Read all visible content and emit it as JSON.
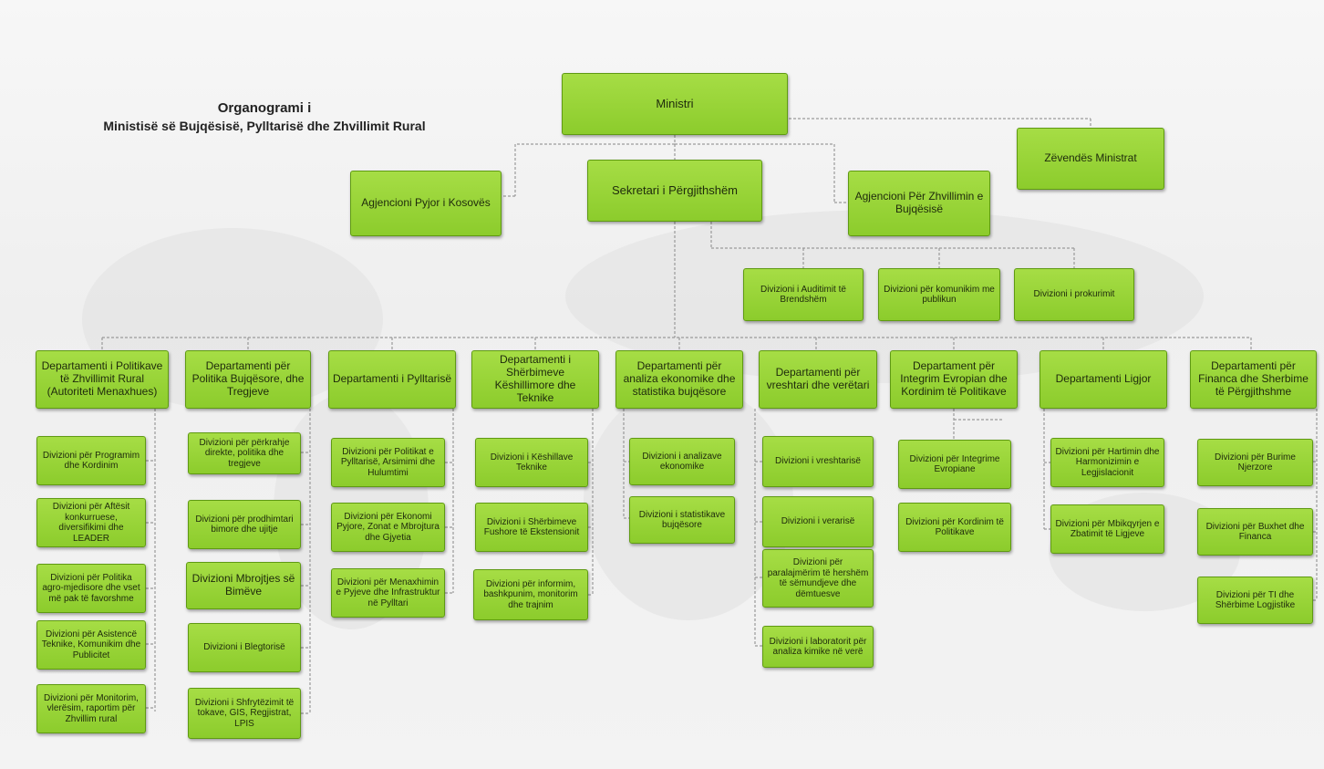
{
  "title": {
    "line1": "Organogrami i",
    "line2": "Ministisë së Bujqësisë, Pylltarisë dhe Zhvillimit Rural"
  },
  "top": {
    "minister": "Ministri",
    "deputy": "Zëvendës Ministrat",
    "secretary": "Sekretari i Përgjithshëm",
    "forest_agency": "Agjencioni Pyjor i Kosovës",
    "dev_agency": "Agjencioni Për Zhvillimin e Bujqësisë"
  },
  "divisions": {
    "audit": "Divizioni i Auditimit të Brendshëm",
    "communication": "Divizioni për komunikim me publikun",
    "procurement": "Divizioni i prokurimit"
  },
  "departments": [
    {
      "name": "Departamenti i Politikave të Zhvillimit Rural (Autoriteti Menaxhues)",
      "divisions": [
        "Divizioni për Programim dhe Kordinim",
        "Divizioni për Aftësit konkurruese, diversifikimi dhe LEADER",
        "Divizioni për Politika agro-mjedisore dhe vset më pak të favorshme",
        "Divizioni për Asistencë Teknike, Komunikim dhe Publicitet",
        "Divizioni për Monitorim, vlerësim, raportim për Zhvillim rural"
      ]
    },
    {
      "name": "Departamenti për Politika Bujqësore, dhe Tregjeve",
      "divisions": [
        "Divizioni për përkrahje direkte, politika dhe tregjeve",
        "Divizioni për prodhimtari bimore dhe ujitje",
        "Divizioni Mbrojtjes së Bimëve",
        "Divizioni i Blegtorisë",
        "Divizioni i Shfrytëzimit të tokave, GIS, Regjistrat, LPIS"
      ]
    },
    {
      "name": "Departamenti i Pylltarisë",
      "divisions": [
        "Divizioni për Politikat e Pylltarisë, Arsimimi dhe Hulumtimi",
        "Divizioni për Ekonomi Pyjore, Zonat e Mbrojtura dhe Gjyetia",
        "Divizioni për Menaxhimin e Pyjeve dhe Infrastruktur në Pylltari"
      ]
    },
    {
      "name": "Departamenti i Shërbimeve Këshillimore dhe Teknike",
      "divisions": [
        "Divizioni i Këshillave Teknike",
        "Divizioni i Shërbimeve Fushore të Ekstensionit",
        "Divizioni për informim, bashkpunim, monitorim dhe trajnim"
      ]
    },
    {
      "name": "Departamenti për analiza ekonomike dhe statistika bujqësore",
      "divisions": [
        "Divizioni i analizave ekonomike",
        "Divizioni i statistikave bujqësore"
      ]
    },
    {
      "name": "Departamenti për vreshtari dhe verëtari",
      "divisions": [
        "Divizioni i vreshtarisë",
        "Divizioni i verarisë",
        "Divizioni për paralajmërim të hershëm të sëmundjeve dhe dëmtuesve",
        "Divizioni i laboratorit për analiza kimike në verë"
      ]
    },
    {
      "name": "Departament për Integrim Evropian dhe Kordinim të Politikave",
      "divisions": [
        "Divizioni për Integrime Evropiane",
        "Divizioni për Kordinim të Politikave"
      ]
    },
    {
      "name": "Departamenti Ligjor",
      "divisions": [
        "Divizioni për Hartimin dhe Harmonizimin e Legjislacionit",
        "Divizioni për Mbikqyrjen e Zbatimit të Ligjeve"
      ]
    },
    {
      "name": "Departamenti për Financa dhe Sherbime të Përgjithshme",
      "divisions": [
        "Divizioni për Burime Njerzore",
        "Divizioni për Buxhet dhe Financa",
        "Divizioni për TI dhe Shërbime Logjistike"
      ]
    }
  ]
}
